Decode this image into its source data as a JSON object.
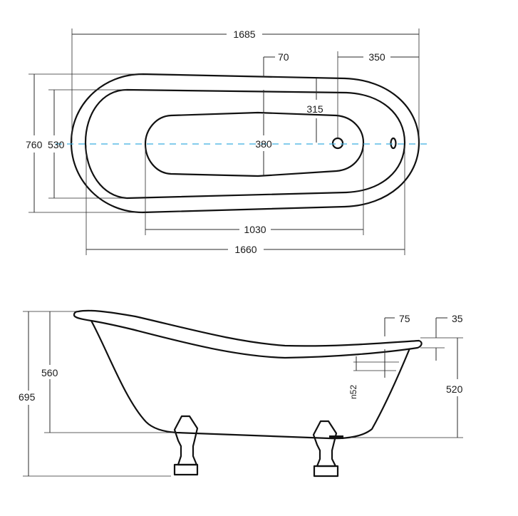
{
  "colors": {
    "line": "#111111",
    "dimension": "#2a2a2a",
    "centerline": "#3aaee0",
    "background": "#ffffff"
  },
  "top_view": {
    "overall_length": "1685",
    "rim_length": "1660",
    "basin_length": "1030",
    "overall_width": "760",
    "rim_width": "530",
    "basin_width": "380",
    "rim_offset": "70",
    "drain_to_end": "350",
    "drain_offset": "315"
  },
  "side_view": {
    "total_height": "695",
    "body_height": "560",
    "end_height": "520",
    "rim_lip": "75",
    "rim_top": "35",
    "overflow": "n52"
  }
}
